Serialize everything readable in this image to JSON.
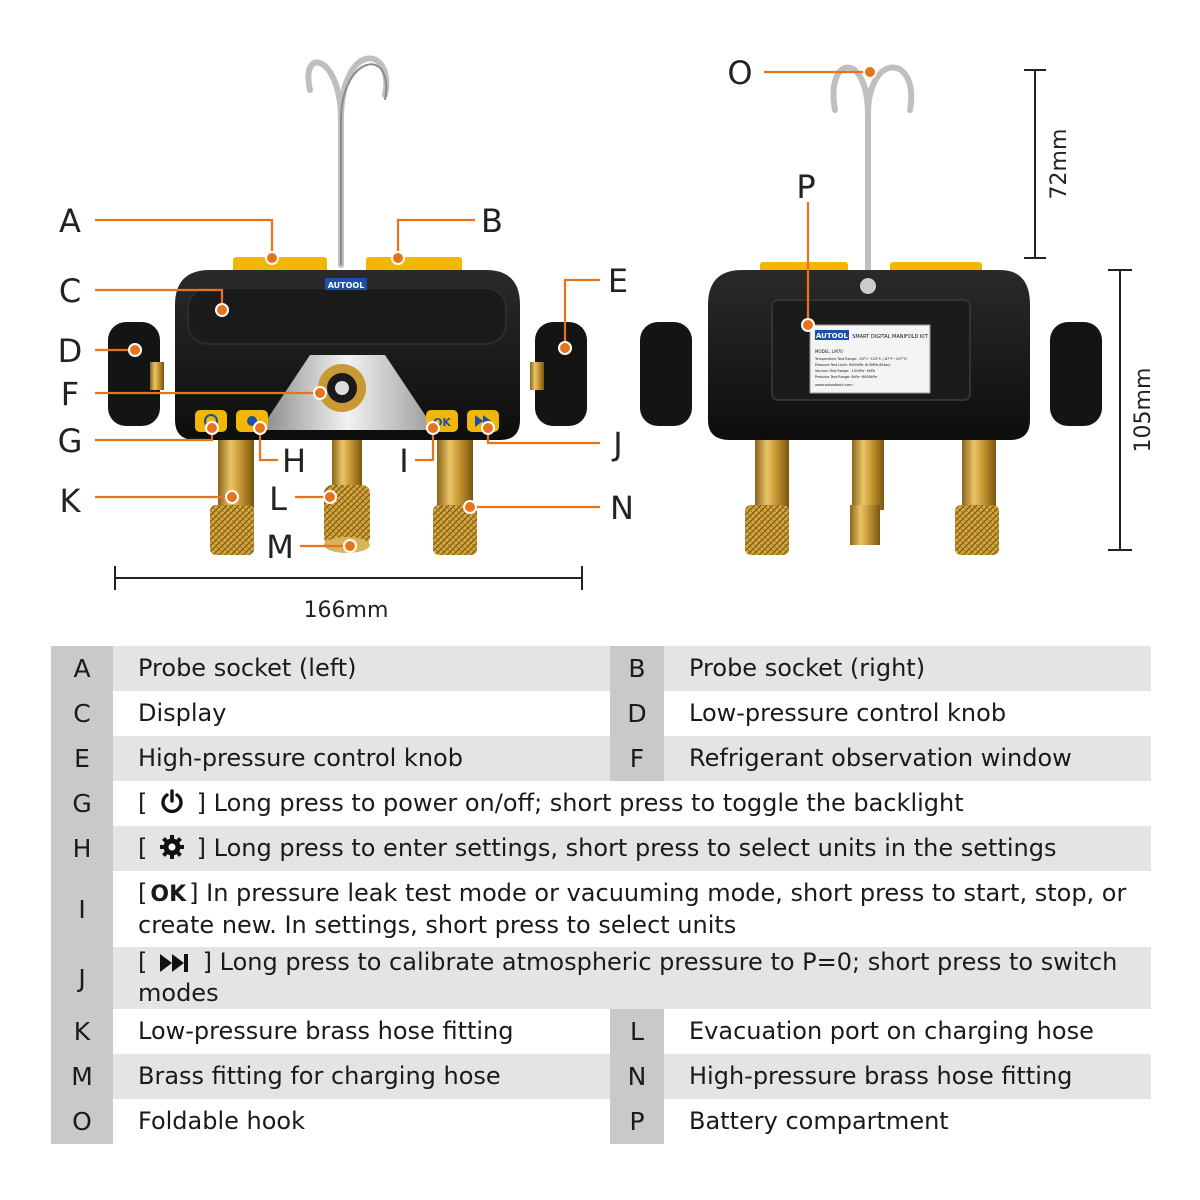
{
  "callouts": {
    "A": "A",
    "B": "B",
    "C": "C",
    "D": "D",
    "E": "E",
    "F": "F",
    "G": "G",
    "H": "H",
    "I": "I",
    "J": "J",
    "K": "K",
    "L": "L",
    "M": "M",
    "N": "N",
    "O": "O",
    "P": "P"
  },
  "dimensions": {
    "width": "166mm",
    "hook": "72mm",
    "height": "105mm"
  },
  "device": {
    "brand": "AUTOOL",
    "back_label": {
      "title": "SMART DIGITAL MANIFOLD KIT",
      "model": "MODEL: LM70",
      "lines": [
        "Temperature Test Range: -50°C~125°C (-67°F~257°F)",
        "Pressure Test Limit: 6500kPa (6.5MPa,65bar)",
        "Vacuum Test Range: -101kPa~0kPa",
        "Pressure Test Range: 0kPa~6000kPa"
      ],
      "website": "www.autooltech.com"
    },
    "buttons": {
      "ok": "OK"
    }
  },
  "legend": {
    "rows": [
      {
        "style": "g",
        "cells": [
          {
            "key": "A",
            "text": "Probe socket (left)"
          },
          {
            "key": "B",
            "text": "Probe socket (right)"
          }
        ]
      },
      {
        "style": "w",
        "cells": [
          {
            "key": "C",
            "text": "Display"
          },
          {
            "key": "D",
            "text": "Low-pressure control knob"
          }
        ]
      },
      {
        "style": "g",
        "cells": [
          {
            "key": "E",
            "text": "High-pressure control knob"
          },
          {
            "key": "F",
            "text": "Refrigerant observation window"
          }
        ]
      },
      {
        "style": "w",
        "key": "G",
        "icon": "power-icon",
        "pre": "[",
        "post": "] Long press to power on/off; short press to toggle the backlight"
      },
      {
        "style": "g",
        "key": "H",
        "icon": "gear-icon",
        "pre": "[",
        "post": "] Long press to enter settings, short press to select units in the settings"
      },
      {
        "style": "w",
        "key": "I",
        "icon_text": "OK",
        "pre": "[",
        "post": "] In pressure leak test mode or vacuuming mode, short press to start, stop, or create new. In settings, short press to select units"
      },
      {
        "style": "g",
        "key": "J",
        "icon": "skip-forward-icon",
        "pre": "[",
        "post": "] Long press to calibrate atmospheric pressure to P=0; short press to switch modes"
      },
      {
        "style": "w",
        "cells": [
          {
            "key": "K",
            "text": "Low-pressure brass hose fitting"
          },
          {
            "key": "L",
            "text": "Evacuation port on charging hose"
          }
        ]
      },
      {
        "style": "g",
        "cells": [
          {
            "key": "M",
            "text": "Brass fitting for charging hose"
          },
          {
            "key": "N",
            "text": "High-pressure brass hose fitting"
          }
        ]
      },
      {
        "style": "w",
        "cells": [
          {
            "key": "O",
            "text": "Foldable hook"
          },
          {
            "key": "P",
            "text": "Battery compartment"
          }
        ]
      }
    ]
  },
  "colors": {
    "accent": "#e8731e",
    "yellow": "#f2b705",
    "brass": "#c99a34",
    "body": "#151515"
  }
}
